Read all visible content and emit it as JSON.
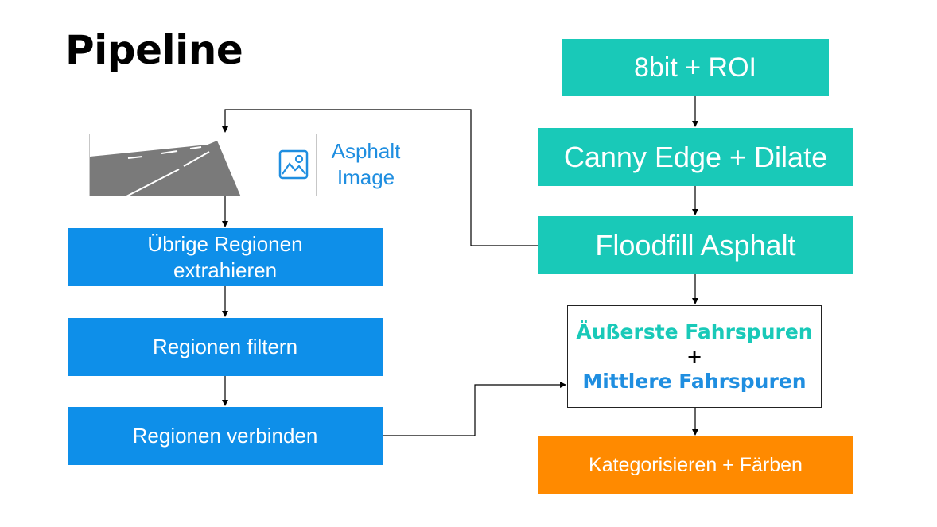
{
  "title": "Pipeline",
  "right_column": {
    "roi": "8bit + ROI",
    "canny": "Canny Edge + Dilate",
    "floodfill": "Floodfill Asphalt",
    "lanes": {
      "outer": "Äußerste Fahrspuren",
      "plus": "+",
      "middle": "Mittlere Fahrspuren"
    },
    "categorize": "Kategorisieren + Färben"
  },
  "left_column": {
    "image_placeholder": {
      "line1": "Asphalt",
      "line2": "Image",
      "icon": "image-icon"
    },
    "extract": {
      "line1": "Übrige Regionen",
      "line2": "extrahieren"
    },
    "filter": "Regionen filtern",
    "connect": "Regionen verbinden"
  },
  "colors": {
    "teal": "#19c9b8",
    "blue": "#0e8fe9",
    "orange": "#ff8a00",
    "outer_text": "#19c9b8",
    "middle_text": "#1f8ee0"
  }
}
